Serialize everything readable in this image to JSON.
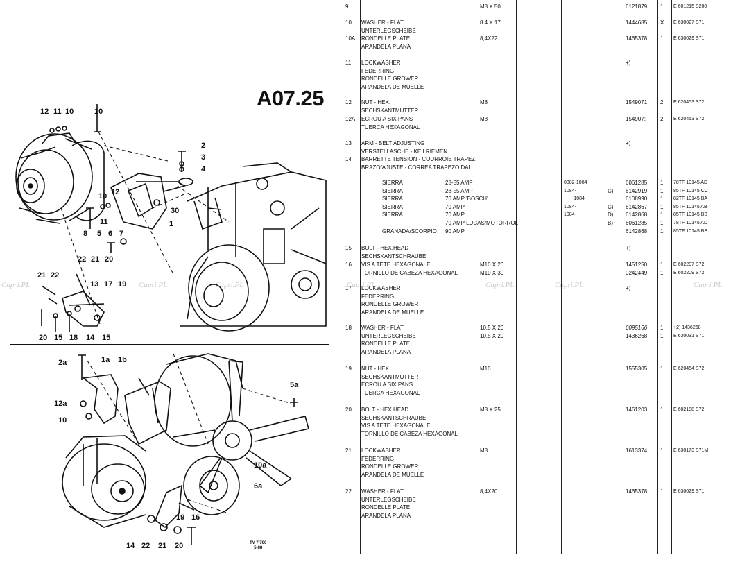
{
  "section_code": "A07.25",
  "watermark": "Capri.PL",
  "watermarks": [
    "Capri.PL",
    "Capri.PL",
    "Capri.PL",
    "Capri.PL",
    "Capri.PL",
    "Capri.PL",
    "Capri.PL"
  ],
  "stamp": {
    "line1": "TV 7 760",
    "line2": "5-88"
  },
  "upper_callouts": [
    "12",
    "11",
    "10",
    "10",
    "2",
    "3",
    "4",
    "10",
    "12",
    "30",
    "11",
    "1",
    "8",
    "5",
    "6",
    "7",
    "22",
    "21",
    "20",
    "21",
    "22",
    "13",
    "17",
    "19",
    "20",
    "15",
    "18",
    "14",
    "15"
  ],
  "lower_callouts": [
    "2a",
    "1a",
    "1b",
    "12a",
    "10",
    "5a",
    "10a",
    "6a",
    "14",
    "22",
    "21",
    "20",
    "19",
    "16"
  ],
  "rows": [
    {
      "ref": "9",
      "desc": [
        ""
      ],
      "size": "M8 X 50",
      "part": "6121879",
      "qty": "1",
      "code": "E 601215 S200"
    },
    {
      "ref": "10",
      "desc": [
        "WASHER - FLAT",
        "UNTERLEGSCHEIBE"
      ],
      "size": "8.4 X 17",
      "part": "1444685",
      "qty": "X",
      "code": "E 630027 S71"
    },
    {
      "ref": "10A",
      "desc": [
        "RONDELLE PLATE",
        "ARANDELA PLANA"
      ],
      "size": "8,4X22",
      "part": "1465378",
      "qty": "1",
      "code": "E 630029 S71"
    },
    {
      "ref": "11",
      "desc": [
        "LOCKWASHER",
        "FEDERRING",
        "RONDELLE GROWER",
        "ARANDELA DE MUELLE"
      ],
      "size": "",
      "part": "+)",
      "qty": "",
      "code": ""
    },
    {
      "ref": "12",
      "desc": [
        "NUT - HEX.",
        "SECHSKANTMUTTER"
      ],
      "size": "M8",
      "part": "1549071",
      "qty": "2",
      "code": "E 620453 S72"
    },
    {
      "ref": "12A",
      "desc": [
        "ECROU A SIX PANS",
        "TUERCA HEXAGONAL"
      ],
      "size": "M8",
      "part": "154907:",
      "qty": "2",
      "code": "E 620453 S72"
    },
    {
      "ref": "13",
      "desc": [
        "ARM - BELT ADJUSTING",
        "VERSTELLASCHE - KEILRIEMEN"
      ],
      "size": "",
      "part": "+)",
      "qty": "",
      "code": ""
    },
    {
      "ref": "14",
      "desc": [
        "BARRETTE TENSION - COURROIE TRAPEZ.",
        "BRAZO/AJUSTE - CORREA TRAPEZOIDAL"
      ],
      "size": "",
      "part": "",
      "qty": "",
      "code": ""
    },
    {
      "ref": "15",
      "desc": [
        "BOLT - HEX.HEAD",
        "SECHSKANTSCHRAUBE"
      ],
      "size": "",
      "part": "+)",
      "qty": "",
      "code": ""
    },
    {
      "ref": "16",
      "desc": [
        "VIS A TETE HEXAGONALE",
        "TORNILLO DE CABEZA HEXAGONAL"
      ],
      "size": "M10 X 20",
      "size2": "M10 X 30",
      "part": "1451250",
      "part2": "0242449",
      "qty": "1",
      "qty2": "1",
      "code": "E 602207 S72",
      "code2": "E 602209 S72"
    },
    {
      "ref": "17",
      "desc": [
        "LOCKWASHER",
        "FEDERRING",
        "RONDELLE GROWER",
        "ARANDELA DE MUELLE"
      ],
      "size": "",
      "part": "+)",
      "qty": "",
      "code": ""
    },
    {
      "ref": "18",
      "desc": [
        "WASHER - FLAT",
        "UNTERLEGSCHEIBE",
        "RONDELLE PLATE",
        "ARANDELA PLANA"
      ],
      "size": "10.5 X 20",
      "size2": "10.5 X 20",
      "part": "6095166",
      "part2": "1436268",
      "qty": "1",
      "qty2": "1",
      "code": "+2) 1436268",
      "code2": "E 630031 S71"
    },
    {
      "ref": "19",
      "desc": [
        "NUT - HEX.",
        "SECHSKANTMUTTER",
        "ECROU A SIX PANS",
        "TUERCA HEXAGONAL"
      ],
      "size": "M10",
      "part": "1555305",
      "qty": "1",
      "code": "E 620454 S72"
    },
    {
      "ref": "20",
      "desc": [
        "BOLT - HEX.HEAD",
        "SECHSKANTSCHRAUBE",
        "VIS A TETE HEXAGONALE",
        "TORNILLO DE CABEZA HEXAGONAL"
      ],
      "size": "M8 X 25",
      "part": "1461203",
      "qty": "1",
      "code": "E 602188 S72"
    },
    {
      "ref": "21",
      "desc": [
        "LOCKWASHER",
        "FEDERRING",
        "RONDELLE GROWER",
        "ARANDELA DE MUELLE"
      ],
      "size": "M8",
      "part": "1613374",
      "qty": "1",
      "code": "E 630173 S71M"
    },
    {
      "ref": "22",
      "desc": [
        "WASHER - FLAT",
        "UNTERLEGSCHEIBE",
        "RONDELLE PLATE",
        "ARANDELA PLANA"
      ],
      "size": "8,4X20",
      "part": "1465378",
      "qty": "1",
      "code": "E 630029 S71"
    }
  ],
  "sub_rows": [
    {
      "model": "SIERRA",
      "amp": "28-55 AMP",
      "date": "0882-1084",
      "note": "",
      "part": "6061285",
      "qty": "1",
      "code": "78TF 10145 AD"
    },
    {
      "model": "SIERRA",
      "amp": "28-55 AMP",
      "date": "1084-",
      "note": "C)",
      "part": "6142919",
      "qty": "1",
      "code": "85TF 10145 CC"
    },
    {
      "model": "SIERRA",
      "amp": "70 AMP 'BOSCH'",
      "date": "-1084",
      "note": "",
      "part": "6108990",
      "qty": "1",
      "code": "82TF 10145 BA"
    },
    {
      "model": "SIERRA",
      "amp": "70 AMP",
      "date": "1084-",
      "note": "C)",
      "part": "6142867",
      "qty": "1",
      "code": "85TF 10145 AB"
    },
    {
      "model": "SIERRA",
      "amp": "70 AMP",
      "date": "1084-",
      "note": "D)",
      "part": "6142868",
      "qty": "1",
      "code": "85TF 10145 BB"
    },
    {
      "model": "",
      "amp": "70 AMP LUCAS/MOTORROL",
      "date": "",
      "note": "B)",
      "part": "6061285",
      "qty": "1",
      "code": "78TF 10145 AD"
    },
    {
      "model": "GRANADA/SCORPIO",
      "amp": "90 AMP",
      "date": "",
      "note": "",
      "part": "6142868",
      "qty": "1",
      "code": "85TF 10145 BB"
    }
  ]
}
